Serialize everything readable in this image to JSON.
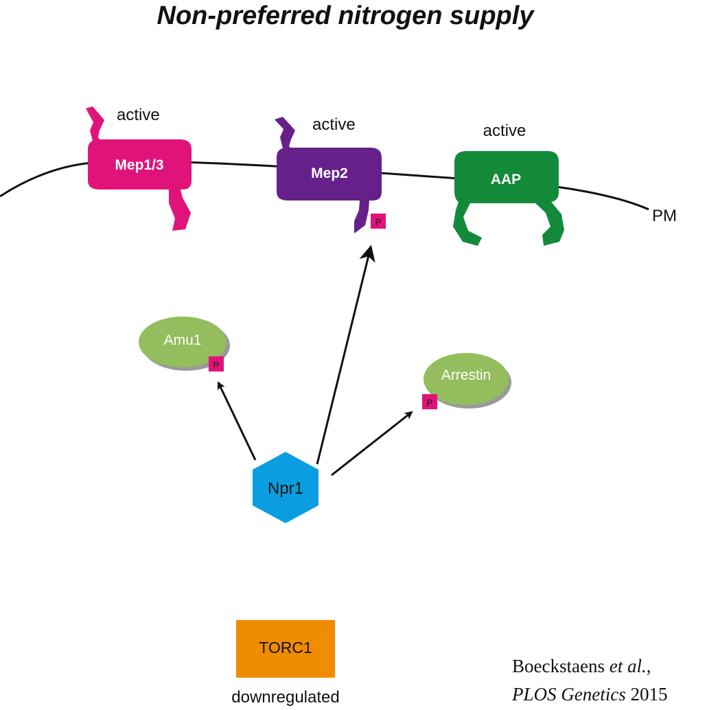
{
  "title": "Non-preferred nitrogen supply",
  "membrane": {
    "label": "PM"
  },
  "transporters": [
    {
      "name": "Mep1/3",
      "state": "active",
      "color": "#e0137a"
    },
    {
      "name": "Mep2",
      "state": "active",
      "color": "#65208a",
      "phospho": "P"
    },
    {
      "name": "AAP",
      "state": "active",
      "color": "#138a3a"
    }
  ],
  "kinase": {
    "name": "Npr1",
    "color": "#0a9ee0"
  },
  "substrates": [
    {
      "name": "Amu1",
      "phospho": "P"
    },
    {
      "name": "Arrestin",
      "phospho": "P"
    }
  ],
  "substrate_color": "#94bd5d",
  "phospho_color": "#e0137a",
  "torc1": {
    "name": "TORC1",
    "state": "downregulated",
    "color": "#f08c00"
  },
  "citation": {
    "authors": "Boeckstaens",
    "etal": "et al.",
    "journal": "PLOS Genetics",
    "year": "2015"
  }
}
